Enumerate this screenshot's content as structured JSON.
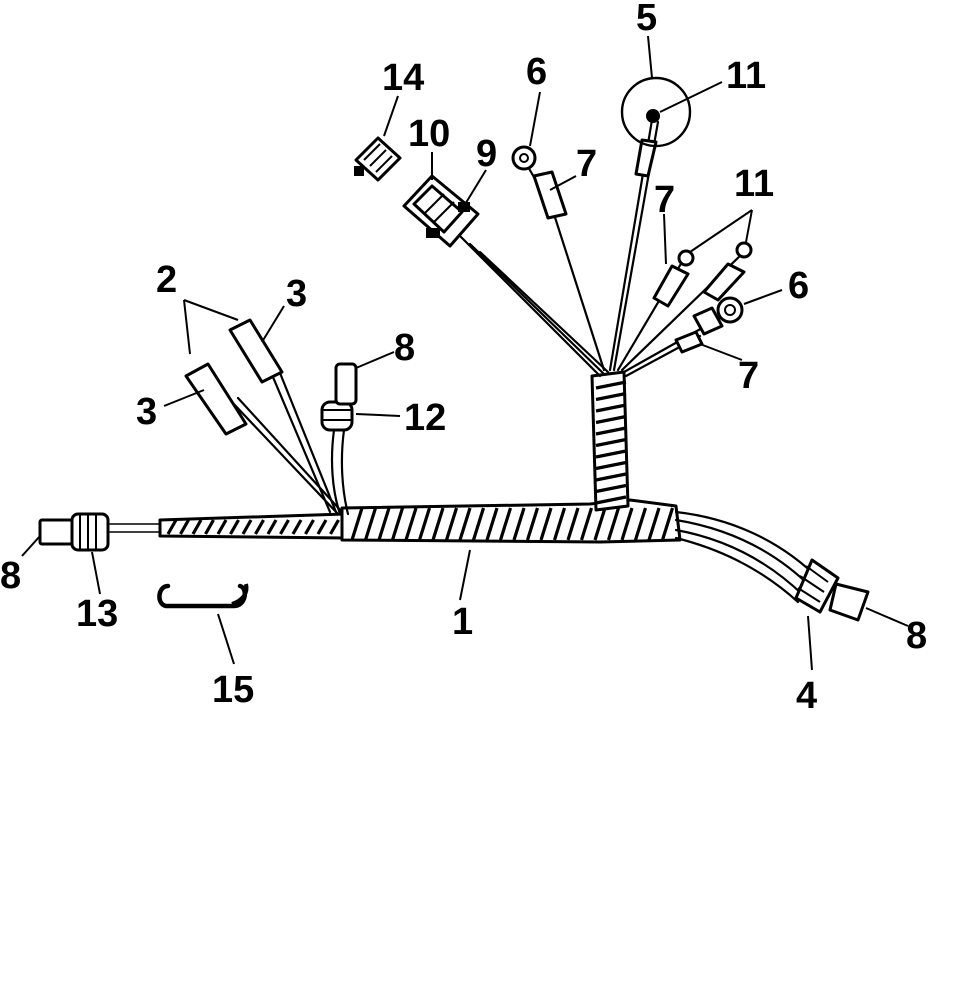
{
  "diagram": {
    "ink": "#000000",
    "paper": "#ffffff",
    "callouts": {
      "c1": "1",
      "c2": "2",
      "c3a": "3",
      "c3b": "3",
      "c4": "4",
      "c5": "5",
      "c6a": "6",
      "c6b": "6",
      "c7a": "7",
      "c7b": "7",
      "c7c": "7",
      "c8a": "8",
      "c8b": "8",
      "c8c": "8",
      "c9": "9",
      "c10": "10",
      "c11a": "11",
      "c11b": "11",
      "c12": "12",
      "c13": "13",
      "c14": "14",
      "c15": "15"
    }
  }
}
